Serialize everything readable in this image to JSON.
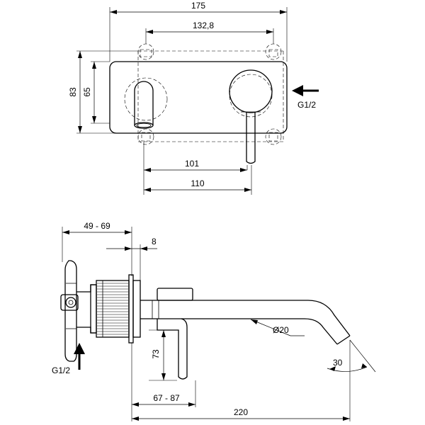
{
  "top_view": {
    "dim_overall_width": "175",
    "dim_hole_spacing": "132,8",
    "dim_height_outer": "83",
    "dim_height_inner": "65",
    "dim_spout_to_lever": "101",
    "dim_spout_to_lever_end": "110",
    "inlet_label": "G1/2"
  },
  "side_view": {
    "dim_wall_depth": "49 - 69",
    "dim_plate_thickness": "8",
    "dim_height": "73",
    "dim_lever_reach": "67 - 87",
    "dim_spout_reach": "220",
    "dim_spout_diameter": "Ø20",
    "dim_angle": "30",
    "inlet_label": "G1/2"
  }
}
